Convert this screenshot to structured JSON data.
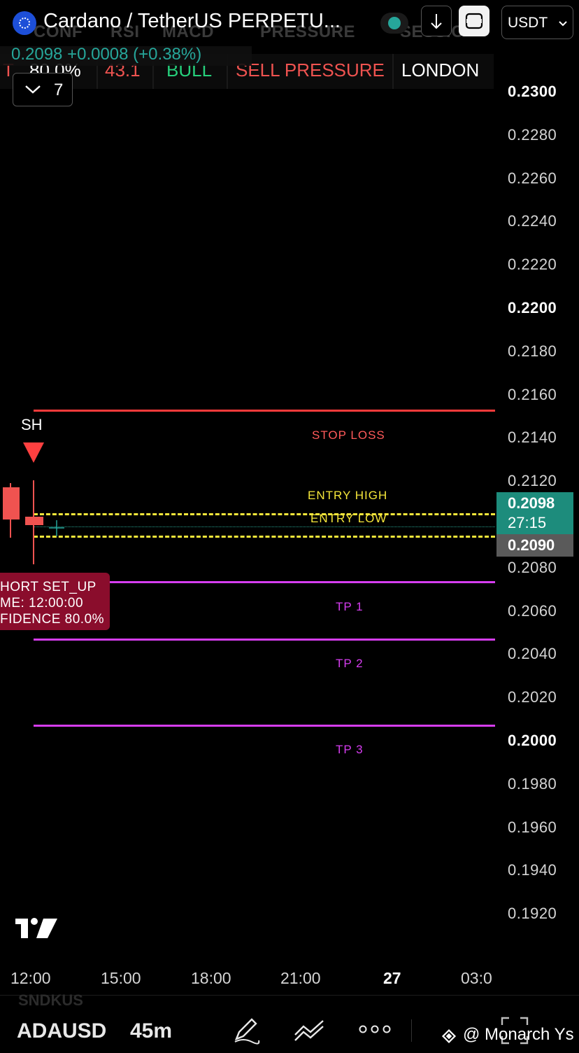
{
  "header": {
    "title": "Cardano / TetherUS PERPETU...",
    "currency_selector": "USDT",
    "price_line": "0.2098 +0.0008 (+0.38%)",
    "background_columns": [
      "CONF",
      "RSI",
      "MACD",
      "PRESSURE",
      "SESSIO"
    ]
  },
  "indicator_bar": {
    "cells": [
      {
        "text": "T",
        "color": "#ef5350"
      },
      {
        "text": "80.0%",
        "color": "#ffffff"
      },
      {
        "text": "43.1",
        "color": "#ef5350"
      },
      {
        "text": "BULL",
        "color": "#26d07c"
      },
      {
        "text": "SELL PRESSURE",
        "color": "#ef5350"
      },
      {
        "text": "LONDON",
        "color": "#ffffff"
      }
    ],
    "collapse_count": "7"
  },
  "price_axis": {
    "labels": [
      "0.2300",
      "0.2280",
      "0.2260",
      "0.2240",
      "0.2220",
      "0.2200",
      "0.2180",
      "0.2160",
      "0.2140",
      "0.2120",
      "0.2080",
      "0.2060",
      "0.2040",
      "0.2020",
      "0.2000",
      "0.1980",
      "0.1960",
      "0.1940",
      "0.1920"
    ],
    "bold_labels": [
      "0.2300",
      "0.2200",
      "0.2000"
    ],
    "current_price": "0.2098",
    "countdown": "27:15",
    "bid_price": "0.2090"
  },
  "levels": {
    "stop_loss": "STOP LOSS",
    "entry_high": "ENTRY HIGH",
    "entry_low": "ENTRY LOW",
    "tp1": "TP 1",
    "tp2": "TP 2",
    "tp3": "TP 3"
  },
  "marker": {
    "label": "SH"
  },
  "setup_tooltip": {
    "line1": "HORT SET_UP",
    "line2": "ME: 12:00:00",
    "line3": "FIDENCE 80.0%"
  },
  "time_axis": {
    "labels": [
      "12:00",
      "15:00",
      "18:00",
      "21:00",
      "27",
      "03:0"
    ]
  },
  "bottom_bar": {
    "symbol": "ADAUSD",
    "ghost_symbol": "SNDKUS",
    "interval": "45m",
    "watermark": "@ Monarch Ys"
  },
  "colors": {
    "stop_loss": "#ff3b3b",
    "entry": "#f5e63a",
    "take_profit": "#d63df0",
    "bull": "#26a69a",
    "bear": "#ef5350",
    "tooltip_bg": "#8a0d2c"
  }
}
